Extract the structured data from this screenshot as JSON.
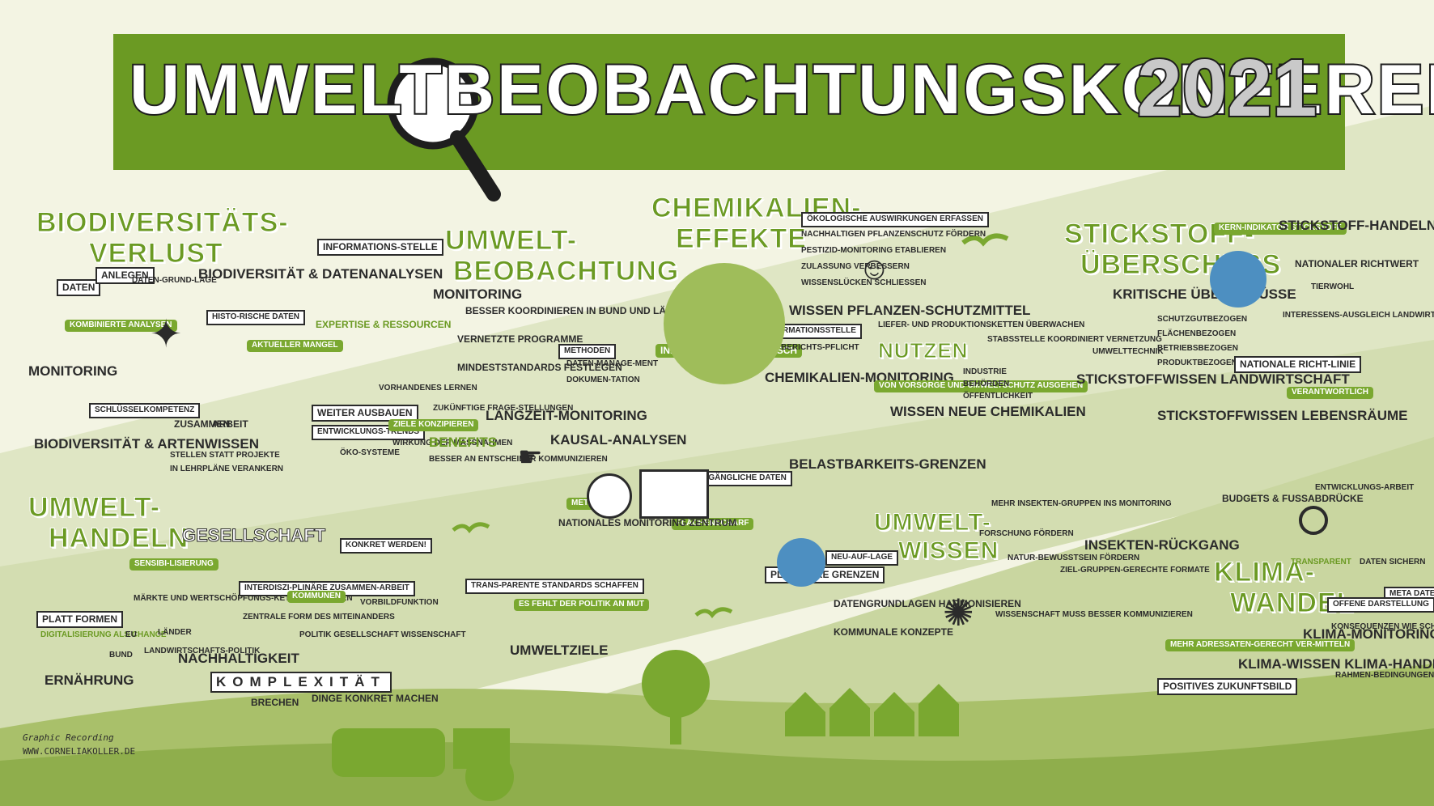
{
  "title": {
    "main": "UMWELTBEOBACHTUNGSKONFERENZ",
    "year": "2021"
  },
  "sections": {
    "biodiversitaet": {
      "heading": [
        "BIODIVERSITÄTS-",
        "VERLUST"
      ],
      "items": [
        "DATEN",
        "ANLEGEN",
        "DATEN-GRUND-LAGE",
        "KOMBINIERTE ANALYSEN",
        "MONITORING",
        "BIODIVERSITÄT & DATENANALYSEN",
        "INFORMATIONS-STELLE",
        "HISTO-RISCHE DATEN",
        "EXPERTISE & RESSOURCEN",
        "AKTUELLER MANGEL",
        "SCHLÜSSELKOMPETENZ",
        "ZUSAMMEN",
        "ARBEIT",
        "BIODIVERSITÄT & ARTENWISSEN",
        "STELLEN STATT PROJEKTE",
        "IN LEHRPLÄNE VERANKERN"
      ]
    },
    "umweltbeobachtung": {
      "heading": [
        "UMWELT-",
        "BEOBACHTUNG"
      ],
      "items": [
        "MONITORING",
        "BESSER KOORDINIEREN IN BUND UND LÄNDERN",
        "VERNETZTE PROGRAMME",
        "MINDESTSTANDARDS FESTLEGEN",
        "METHODEN",
        "DATEN-MANAGE-MENT",
        "DOKUMEN-TATION",
        "WEITER AUSBAUEN",
        "VORHANDENES LERNEN",
        "ZUKÜNFTIGE FRAGE-STELLUNGEN",
        "ENTWICKLUNGS-TRENDS",
        "ÖKO-SYSTEME",
        "ZIELE KONZIPIEREN",
        "WIRKUNG DER MASSNAHMEN",
        "LANGZEIT-MONITORING",
        "BENEFITS",
        "BESSER AN ENTSCHEIDER KOMMUNIZIEREN",
        "KAUSAL-ANALYSEN"
      ]
    },
    "chemikalien": {
      "heading": [
        "CHEMIKALIEN-",
        "EFFEKTE"
      ],
      "items": [
        "ÖKOLOGISCHE AUSWIRKUNGEN ERFASSEN",
        "NACHHALTIGEN PFLANZENSCHUTZ FÖRDERN",
        "PESTIZID-MONITORING ETABLIEREN",
        "ZULASSUNG VERBESSERN",
        "WISSENSLÜCKEN SCHLIESSEN",
        "ZENTRALE INFORMATIONSSTELLE",
        "INFORMATIONS AUSTAUSCH",
        "WISSEN PFLANZEN-SCHUTZMITTEL",
        "BERICHTS-PFLICHT",
        "CHEMIKALIEN-MONITORING",
        "LIEFER- UND PRODUKTIONSKETTEN ÜBERWACHEN",
        "NUTZEN",
        "STABSSTELLE KOORDINIERT VERNETZUNG",
        "VON VORSORGE UND UMWELTSCHUTZ AUSGEHEN",
        "INDUSTRIE",
        "BEHÖRDEN",
        "ÖFFENTLICHKEIT",
        "WISSEN NEUE CHEMIKALIEN"
      ]
    },
    "stickstoff": {
      "heading": [
        "STICKSTOFF-",
        "ÜBERSCHUSS"
      ],
      "items": [
        "KERN-INDIKATOR STICKSTOFF",
        "STICKSTOFF-HANDELN",
        "NATIONALER RICHTWERT",
        "TIERWOHL",
        "INTERESSENS-AUSGLEICH LANDWIRTSCHAFT",
        "KRITISCHE ÜBERSCHÜSSE",
        "SCHUTZGUTBEZOGEN",
        "FLÄCHENBEZOGEN",
        "BETRIEBSBEZOGEN",
        "PRODUKTBEZOGEN",
        "UMWELTTECHNIK",
        "STICKSTOFFWISSEN LANDWIRTSCHAFT",
        "NATIONALE RICHT-LINIE",
        "VERANTWORTLICH",
        "STICKSTOFFWISSEN LEBENSRÄUME"
      ]
    },
    "umwelthandeln": {
      "heading": [
        "UMWELT-",
        "HANDELN"
      ],
      "items": [
        "GESELLSCHAFT",
        "SENSIBI-LISIERUNG",
        "PLATT FORMEN",
        "DIGITALISIERUNG ALS CHANCE",
        "MÄRKTE UND WERTSCHÖPFUNGS-KETTEN SCHAFFEN",
        "EU",
        "LÄNDER",
        "BUND",
        "LANDWIRTSCHAFTS-POLITIK",
        "ERNÄHRUNG",
        "INTERDISZI-PLINÄRE ZUSAMMEN-ARBEIT",
        "ZENTRALE FORM DES MITEINANDERS",
        "KOMMUNEN",
        "KONKRET WERDEN!",
        "POLITIK GESELLSCHAFT WISSENSCHAFT",
        "VORBILDFUNKTION",
        "NACHHALTIGKEIT",
        "KOMPLEXITÄT",
        "BRECHEN",
        "DINGE KONKRET MACHEN",
        "TRANS-PARENTE STANDARDS SCHAFFEN",
        "ES FEHLT DER POLITIK AN MUT",
        "UMWELTZIELE"
      ]
    },
    "zentrum": {
      "items": [
        "METADATEN",
        "ZUGÄNGLICHE DATEN",
        "FLÄCHENSCHARF",
        "NATIONALES MONITORING ZENTRUM"
      ]
    },
    "umweltwissen": {
      "heading": [
        "UMWELT-",
        "WISSEN"
      ],
      "items": [
        "BELASTBARKEITS-GRENZEN",
        "PLANETARE GRENZEN",
        "NEU-AUF-LAGE",
        "DATENGRUNDLAGEN HARMONISIEREN",
        "KOMMUNALE KONZEPTE",
        "MEHR INSEKTEN-GRUPPEN INS MONITORING",
        "FORSCHUNG FÖRDERN",
        "NATUR-BEWUSSTSEIN FÖRDERN",
        "ZIEL-GRUPPEN-GERECHTE FORMATE",
        "INSEKTEN-RÜCKGANG",
        "WISSENSCHAFT MUSS BESSER KOMMUNIZIEREN",
        "BUDGETS & FUSSABDRÜCKE",
        "ENTWICKLUNGS-ARBEIT"
      ]
    },
    "klima": {
      "heading": [
        "KLIMA-",
        "WANDEL"
      ],
      "items": [
        "TRANSPARENT",
        "DATEN SICHERN",
        "META DATEN",
        "OFFENE DARSTELLUNG",
        "KONSEQUENZEN WIE SCHWELLWERTE",
        "MEHR ADRESSATEN-GERECHT VER-MITTELN",
        "KLIMA-MONITORING",
        "POSITIVES ZUKUNFTSBILD",
        "KLIMA-WISSEN KLIMA-HANDELN",
        "RAHMEN-BEDINGUNGEN ANPASSEN"
      ]
    }
  },
  "credit": {
    "line1": "Graphic Recording",
    "line2": "WWW.CORNELIAKOLLER.DE"
  },
  "colors": {
    "accent": "#6b9a23",
    "light": "#b9cf7e",
    "bg": "#f2f3e2",
    "dark": "#2b2b2b"
  }
}
